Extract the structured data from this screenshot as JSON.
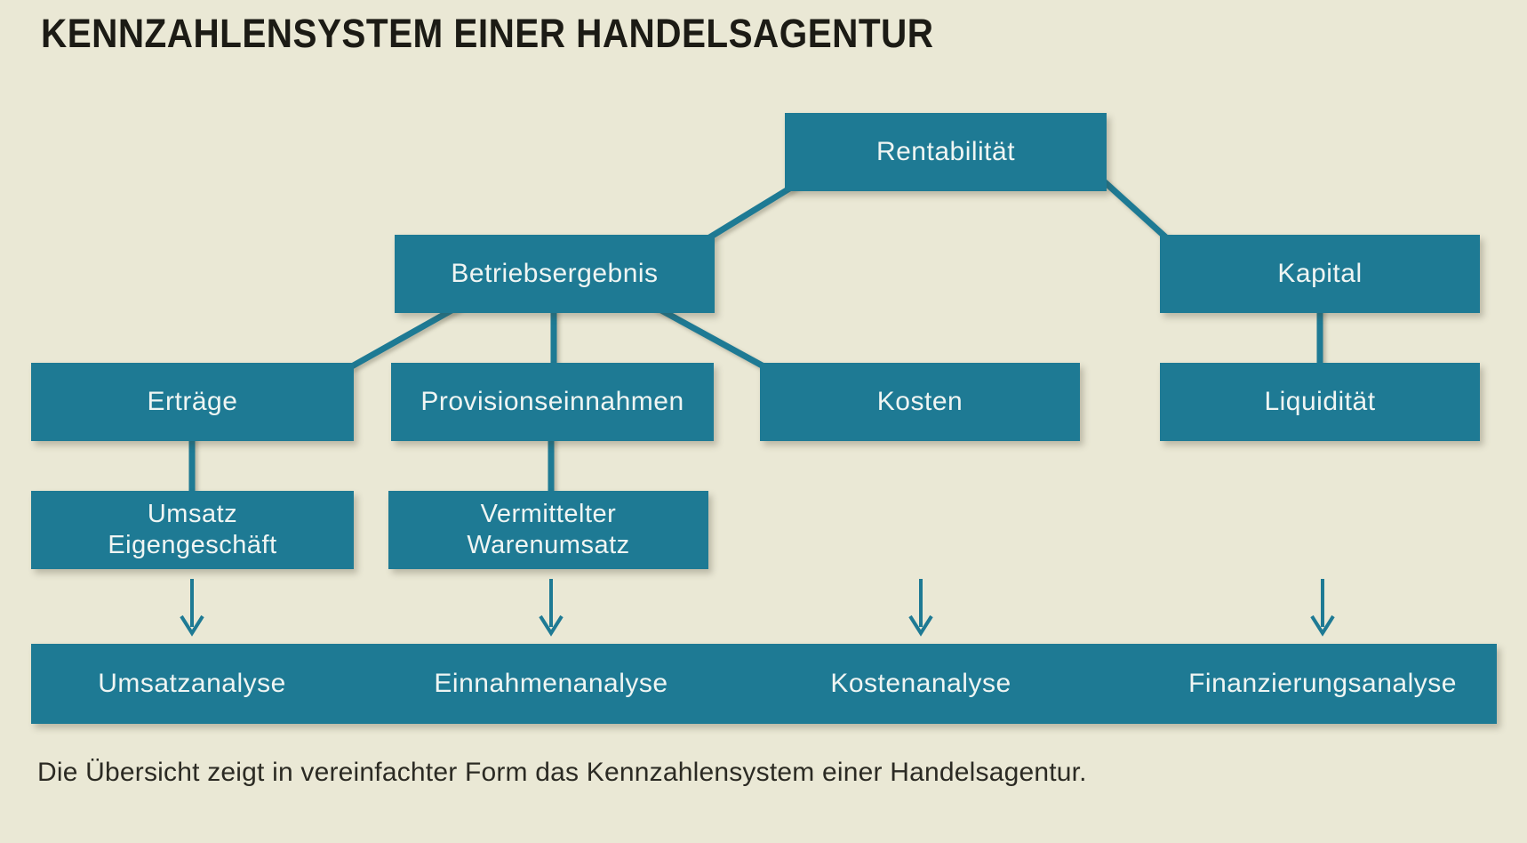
{
  "page": {
    "title": "KENNZAHLENSYSTEM EINER HANDELSAGENTUR",
    "caption": "Die Übersicht zeigt in vereinfachter Form das Kennzahlensystem einer Handelsagentur.",
    "colors": {
      "background": "#EAE8D5",
      "node_fill": "#1E7A94",
      "node_text": "#EFF5F3",
      "heading_text": "#1C1B15",
      "caption_text": "#2B2A23"
    }
  },
  "diagram": {
    "nodes": {
      "rentabilitaet": {
        "label": "Rentabilität"
      },
      "betriebsergebnis": {
        "label": "Betriebsergebnis"
      },
      "kapital": {
        "label": "Kapital"
      },
      "ertraege": {
        "label": "Erträge"
      },
      "provisionseinnahmen": {
        "label": "Provisionseinnahmen"
      },
      "kosten": {
        "label": "Kosten"
      },
      "liquiditaet": {
        "label": "Liquidität"
      },
      "umsatz_eigengeschaeft": {
        "line1": "Umsatz",
        "line2": "Eigengeschäft"
      },
      "vermittelter_warenumsatz": {
        "line1": "Vermittelter",
        "line2": "Warenumsatz"
      }
    },
    "analysis_bar": {
      "umsatzanalyse": "Umsatzanalyse",
      "einnahmenanalyse": "Einnahmenanalyse",
      "kostenanalyse": "Kostenanalyse",
      "finanzierungsanalyse": "Finanzierungsanalyse"
    }
  }
}
